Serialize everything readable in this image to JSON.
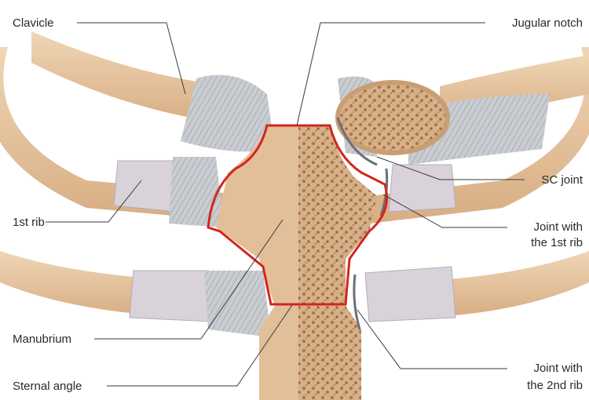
{
  "figure": {
    "labels": {
      "clavicle": "Clavicle",
      "jugular_notch": "Jugular notch",
      "sc_joint": "SC joint",
      "first_rib": "1st rib",
      "joint_first_rib_line1": "Joint with",
      "joint_first_rib_line2": "the 1st rib",
      "manubrium": "Manubrium",
      "joint_second_rib_line1": "Joint with",
      "joint_second_rib_line2": "the 2nd rib",
      "sternal_angle": "Sternal angle"
    },
    "colors": {
      "bone": "#e8c9a4",
      "bone_shadow": "#c99e74",
      "cartilage": "#d9d2da",
      "ligament": "#bfc3c8",
      "outline": "#d2261e",
      "spongy": "#c79b70"
    }
  }
}
